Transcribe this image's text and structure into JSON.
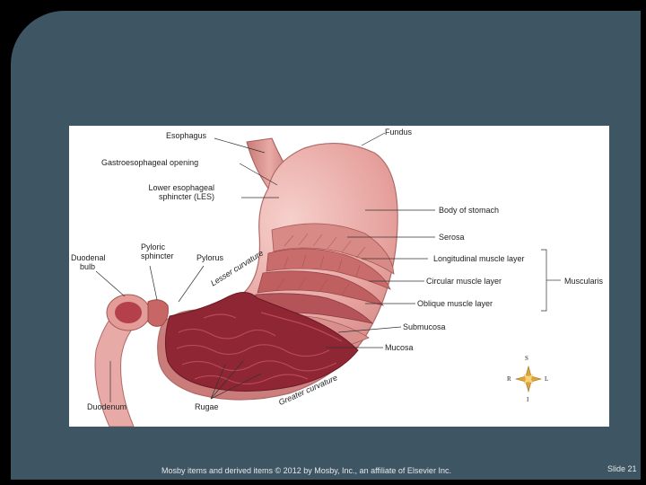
{
  "figure": {
    "labels": {
      "esophagus": "Esophagus",
      "gastroesophageal_opening": "Gastroesophageal opening",
      "lower_esophageal_sphincter_line1": "Lower esophageal",
      "lower_esophageal_sphincter_line2": "sphincter (LES)",
      "fundus": "Fundus",
      "body_of_stomach": "Body of stomach",
      "serosa": "Serosa",
      "longitudinal_muscle_layer": "Longitudinal muscle layer",
      "circular_muscle_layer": "Circular muscle layer",
      "oblique_muscle_layer": "Oblique muscle layer",
      "muscularis": "Muscularis",
      "submucosa": "Submucosa",
      "mucosa": "Mucosa",
      "duodenal_bulb_line1": "Duodenal",
      "duodenal_bulb_line2": "bulb",
      "pyloric_sphincter_line1": "Pyloric",
      "pyloric_sphincter_line2": "sphincter",
      "pylorus": "Pylorus",
      "lesser_curvature": "Lesser curvature",
      "greater_curvature": "Greater curvature",
      "duodenum": "Duodenum",
      "rugae": "Rugae"
    },
    "compass": {
      "s": "S",
      "r": "R",
      "l": "L",
      "i": "I"
    }
  },
  "footer": {
    "copyright": "Mosby items and derived items © 2012 by Mosby, Inc., an affiliate of Elsevier Inc.",
    "slide_number": "Slide 21"
  },
  "colors": {
    "background": "#000000",
    "panel": "#3e5564",
    "stomach_outer": "#e9a9a6",
    "muscle": "#c96d6c",
    "mucosa": "#9a2d3a"
  }
}
